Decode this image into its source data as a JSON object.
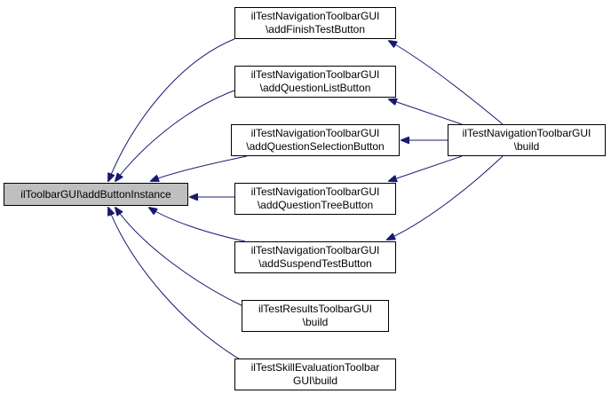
{
  "colors": {
    "edge": "#191970",
    "node_border": "#000000",
    "node_fill": "#ffffff",
    "root_fill": "#bfbfbf"
  },
  "nodes": {
    "root": {
      "lines": [
        "ilToolbarGUI\\addButtonInstance"
      ]
    },
    "finish": {
      "lines": [
        "ilTestNavigationToolbarGUI",
        "\\addFinishTestButton"
      ]
    },
    "qlist": {
      "lines": [
        "ilTestNavigationToolbarGUI",
        "\\addQuestionListButton"
      ]
    },
    "qsel": {
      "lines": [
        "ilTestNavigationToolbarGUI",
        "\\addQuestionSelectionButton"
      ]
    },
    "qtree": {
      "lines": [
        "ilTestNavigationToolbarGUI",
        "\\addQuestionTreeButton"
      ]
    },
    "susp": {
      "lines": [
        "ilTestNavigationToolbarGUI",
        "\\addSuspendTestButton"
      ]
    },
    "build": {
      "lines": [
        "ilTestNavigationToolbarGUI",
        "\\build"
      ]
    },
    "tr": {
      "lines": [
        "ilTestResultsToolbarGUI",
        "\\build"
      ]
    },
    "se": {
      "lines": [
        "ilTestSkillEvaluationToolbar",
        "GUI\\build"
      ]
    }
  },
  "edges": [
    {
      "from": "finish",
      "to": "root"
    },
    {
      "from": "qlist",
      "to": "root"
    },
    {
      "from": "qsel",
      "to": "root"
    },
    {
      "from": "qtree",
      "to": "root"
    },
    {
      "from": "susp",
      "to": "root"
    },
    {
      "from": "tr",
      "to": "root"
    },
    {
      "from": "se",
      "to": "root"
    },
    {
      "from": "build",
      "to": "finish"
    },
    {
      "from": "build",
      "to": "qlist"
    },
    {
      "from": "build",
      "to": "qsel"
    },
    {
      "from": "build",
      "to": "qtree"
    },
    {
      "from": "build",
      "to": "susp"
    }
  ]
}
